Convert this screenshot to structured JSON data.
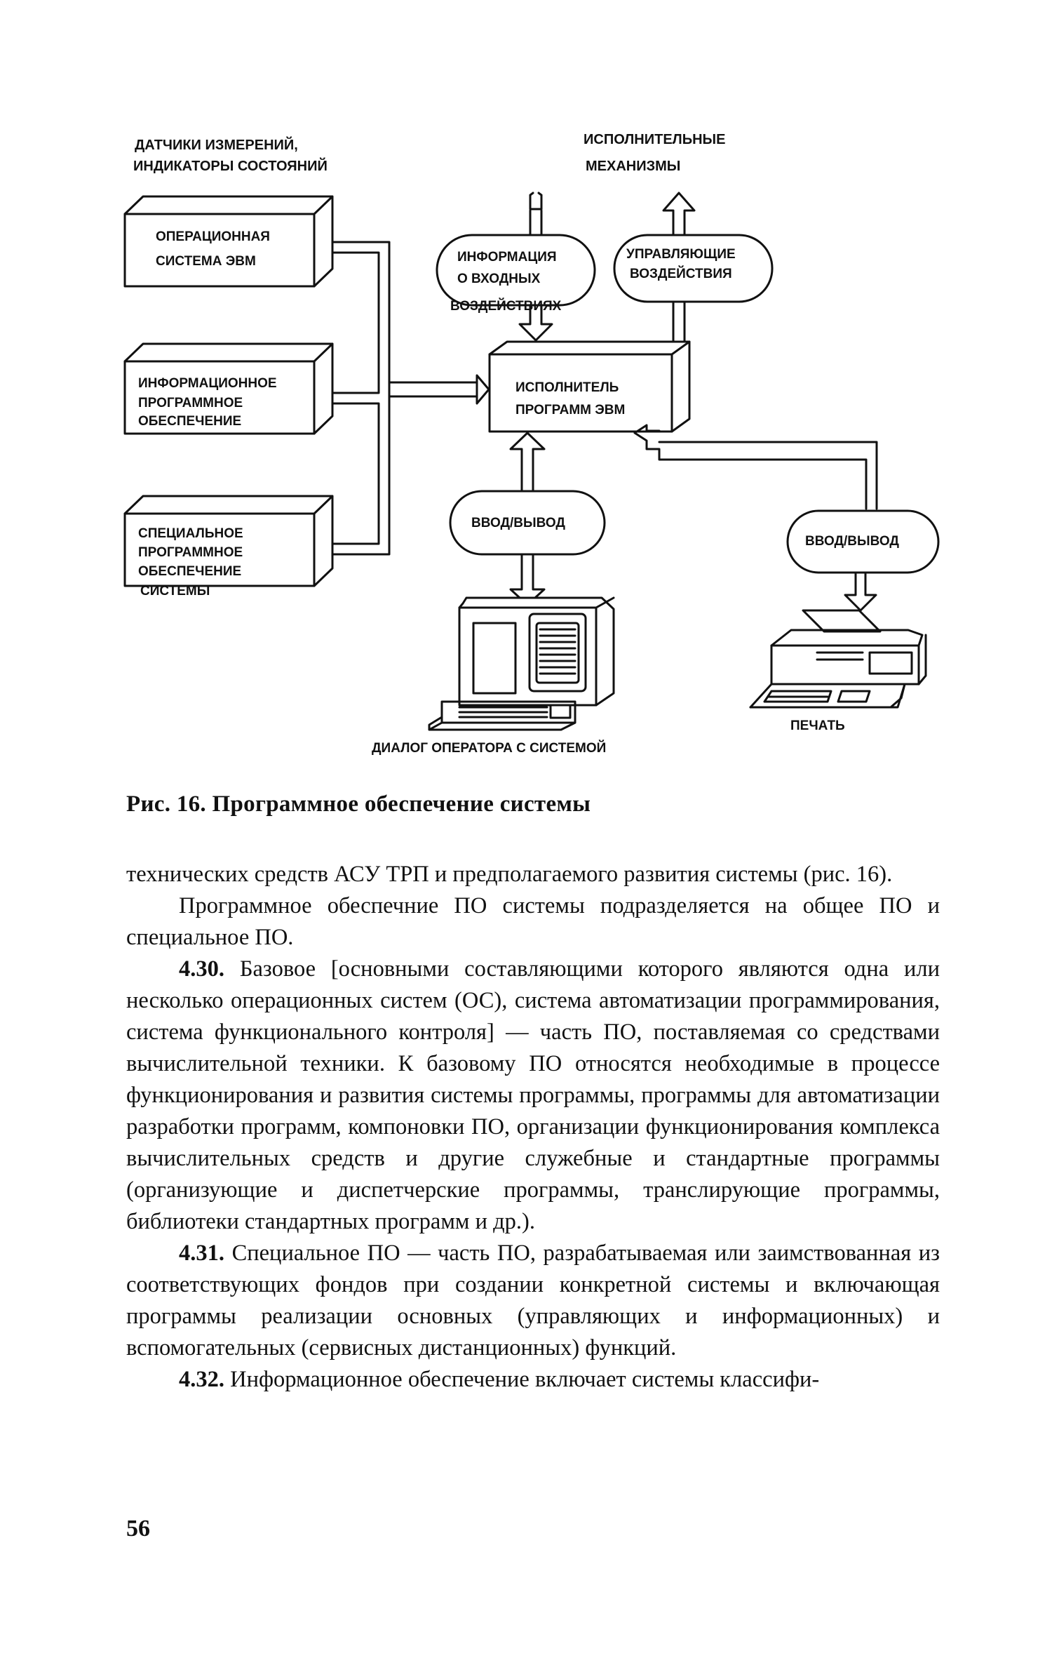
{
  "figure": {
    "labels": {
      "sensors_line1": "ДАТЧИКИ ИЗМЕРЕНИЙ,",
      "sensors_line2": "ИНДИКАТОРЫ СОСТОЯНИЙ",
      "actuators_line1": "ИСПОЛНИТЕЛЬНЫЕ",
      "actuators_line2": "МЕХАНИЗМЫ",
      "os_line1": "ОПЕРАЦИОННАЯ",
      "os_line2": "СИСТЕМА ЭВМ",
      "info_sw_line1": "ИНФОРМАЦИОННОЕ",
      "info_sw_line2": "ПРОГРАММНОЕ",
      "info_sw_line3": "ОБЕСПЕЧЕНИЕ",
      "spec_sw_line1": "СПЕЦИАЛЬНОЕ",
      "spec_sw_line2": "ПРОГРАММНОЕ",
      "spec_sw_line3": "ОБЕСПЕЧЕНИЕ",
      "spec_sw_line4": "СИСТЕМЫ",
      "input_info_line1": "ИНФОРМАЦИЯ",
      "input_info_line2": "О ВХОДНЫХ",
      "input_info_line3": "ВОЗДЕЙСТВИЯХ",
      "control_line1": "УПРАВЛЯЮЩИЕ",
      "control_line2": "ВОЗДЕЙСТВИЯ",
      "executor_line1": "ИСПОЛНИТЕЛЬ",
      "executor_line2": "ПРОГРАММ ЭВМ",
      "io_left": "ВВОД/ВЫВОД",
      "io_right": "ВВОД/ВЫВОД",
      "dialog": "ДИАЛОГ ОПЕРАТОРА С СИСТЕМОЙ",
      "print": "ПЕЧАТЬ"
    },
    "caption": "Рис. 16. Программное обеспечение системы"
  },
  "text": {
    "p1": "технических средств АСУ ТРП и предполагаемого развития системы (рис. 16).",
    "p2": "Программное обеспечние ПО системы подразделяется на общее ПО и специальное ПО.",
    "p3_num": "4.30.",
    "p3": "Базовое [основными составляющими которого являются одна или несколько операционных систем (ОС), система автоматизации программирования, система функционального контроля] — часть ПО, поставляемая со средствами вычислительной техники. К базовому ПО относятся необходимые в процессе функционирования и развития системы программы, программы для автоматизации разработки программ, компоновки ПО, организации функционирования комплекса вычислительных средств и другие служебные и стандартные программы (организующие и диспетчерские программы, транслирующие программы, библиотеки стандартных программ и др.).",
    "p4_num": "4.31.",
    "p4": "Специальное ПО — часть ПО, разрабатываемая или заимствованная из соответствующих фондов при создании конкретной системы и включающая программы реализации основных (управляющих и информационных) и вспомогательных (сервисных дистанционных) функций.",
    "p5_num": "4.32.",
    "p5": "Информационное обеспечение включает системы классифи-"
  },
  "page_number": "56"
}
